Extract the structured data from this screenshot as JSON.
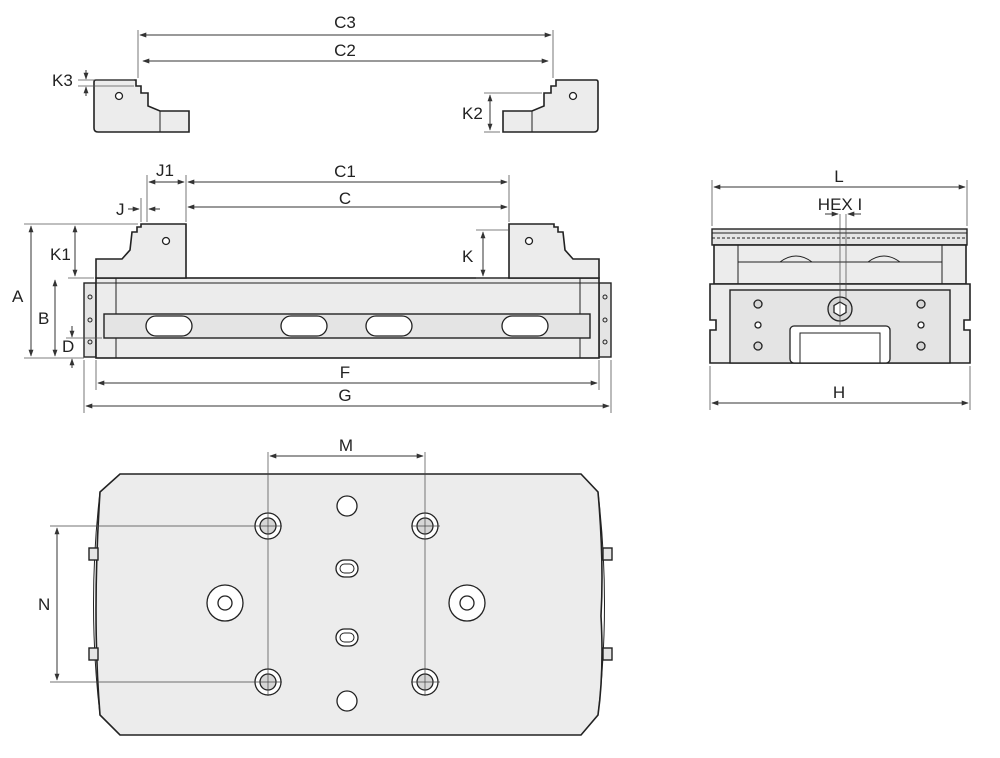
{
  "labels": {
    "c3": "C3",
    "c2": "C2",
    "k3": "K3",
    "k2": "K2",
    "j1": "J1",
    "c1": "C1",
    "j": "J",
    "c": "C",
    "k1": "K1",
    "k": "K",
    "a": "A",
    "b": "B",
    "d": "D",
    "f": "F",
    "g": "G",
    "l": "L",
    "hex_i": "HEX I",
    "h": "H",
    "m": "M",
    "n": "N"
  }
}
